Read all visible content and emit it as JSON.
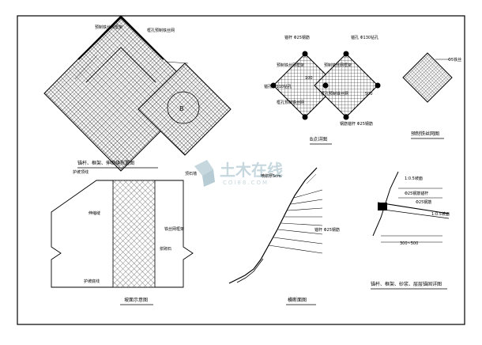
{
  "watermark": {
    "brand": "土木在线",
    "domain": "COI88.COM"
  },
  "figures": {
    "layout": {
      "title": "锚杆、框架、伸缩缝布置图",
      "labels": [
        "预制铁丝网框架",
        "框孔预制铁丝网"
      ],
      "detail_marker": "B"
    },
    "node_b": {
      "title": "B点详图",
      "labels": [
        "锚杆 Φ25钢筋",
        "锚孔 Φ130钻孔",
        "锚孔 Φ110钻孔",
        "预制铁丝网框架",
        "框孔预制铁丝网",
        "预制铁丝网框架",
        "框孔预制铁丝网",
        "钢筋锚杆 Φ25钢筋",
        "100",
        "500"
      ]
    },
    "wire_mesh": {
      "title": "预制铁丝网图",
      "labels": [
        "Φ5铁丝"
      ]
    },
    "elevation": {
      "title": "坡面示意图",
      "labels": [
        "护坡顶线",
        "顶石墙",
        "伸缩缝",
        "铁丝网框架",
        "护坡底线",
        "浆砌石"
      ]
    },
    "cross_section": {
      "title": "横断面图",
      "labels": [
        "喷浆厚5cm",
        "锚杆 Φ25钢筋"
      ]
    },
    "anchor_detail": {
      "title": "锚杆、框架、砂浆、层层锚固详图",
      "labels": [
        "1:0.5坡面",
        "Φ25钢筋锚杆",
        "Φ25钢筋",
        "1:0.5坡面",
        "300~500"
      ]
    }
  }
}
